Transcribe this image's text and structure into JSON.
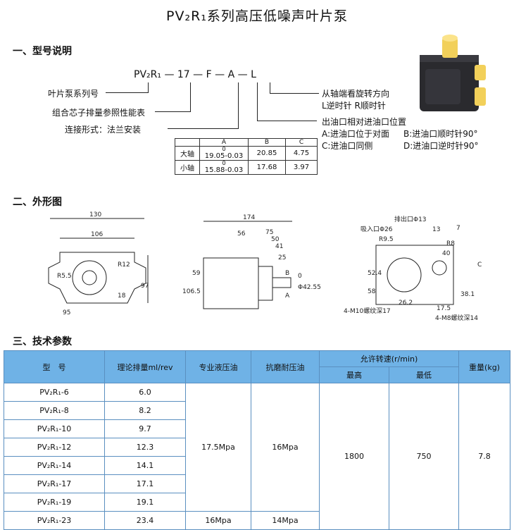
{
  "title": "PV₂R₁系列高压低噪声叶片泵",
  "sections": {
    "s1": "一、型号说明",
    "s2": "二、外形图",
    "s3": "三、技术参数"
  },
  "model": {
    "parts": [
      "PV₂R₁",
      "17",
      "F",
      "A",
      "L"
    ],
    "sep": "—",
    "left_labels": [
      "叶片泵系列号",
      "组合芯子排量参照性能表",
      "连接形式：法兰安装"
    ],
    "rot_title": "从轴端看旋转方向",
    "rot_desc": "L逆时针  R顺时针",
    "port_title": "出油口相对进油口位置",
    "port_rows": [
      [
        "A:进油口位于对面",
        "B:进油口顺时针90°"
      ],
      [
        "C:进油口同侧",
        "D:进油口逆时针90°"
      ]
    ]
  },
  "shaft_table": {
    "headers": [
      "",
      "A",
      "B",
      "C"
    ],
    "rows": [
      {
        "name": "大轴",
        "a_top": "0",
        "a": "19.05-0.03",
        "b": "20.85",
        "c": "4.75"
      },
      {
        "name": "小轴",
        "a_top": "0",
        "a": "15.88-0.03",
        "b": "17.68",
        "c": "3.97"
      }
    ]
  },
  "drawing": {
    "left": [
      "130",
      "106",
      "R12",
      "R5.5",
      "97",
      "18",
      "95"
    ],
    "mid": [
      "174",
      "56",
      "75",
      "50",
      "41",
      "25",
      "B",
      "A",
      "106.5",
      "59",
      "0",
      "Φ42.55-0.05"
    ],
    "right": [
      "排出口Φ13",
      "吸入口Φ26",
      "R9.5",
      "13",
      "7",
      "R8",
      "40",
      "52.4",
      "58",
      "38.1",
      "C",
      "26.2",
      "17.5",
      "4-M10螺纹深17",
      "4-M8螺纹深14"
    ]
  },
  "spec": {
    "headers": {
      "model": "型　号",
      "disp": "理论排量ml/rev",
      "pro_oil": "专业液压油",
      "wear_oil": "抗磨耐压油",
      "speed": "允许转速(r/min)",
      "max": "最高",
      "min": "最低",
      "weight": "重量(kg)"
    },
    "rows": [
      {
        "model": "PV₂R₁-6",
        "disp": "6.0"
      },
      {
        "model": "PV₂R₁-8",
        "disp": "8.2"
      },
      {
        "model": "PV₂R₁-10",
        "disp": "9.7"
      },
      {
        "model": "PV₂R₁-12",
        "disp": "12.3"
      },
      {
        "model": "PV₂R₁-14",
        "disp": "14.1"
      },
      {
        "model": "PV₂R₁-17",
        "disp": "17.1"
      },
      {
        "model": "PV₂R₁-19",
        "disp": "19.1"
      },
      {
        "model": "PV₂R₁-23",
        "disp": "23.4"
      }
    ],
    "pro_main": "17.5Mpa",
    "wear_main": "16Mpa",
    "pro_last": "16Mpa",
    "wear_last": "14Mpa",
    "max_speed": "1800",
    "min_speed": "750",
    "weight": "7.8"
  },
  "colors": {
    "header_bg": "#6fb2e6",
    "border": "#5a8fc0",
    "pump_body": "#2a2a2e",
    "pump_port": "#f2d05a"
  }
}
